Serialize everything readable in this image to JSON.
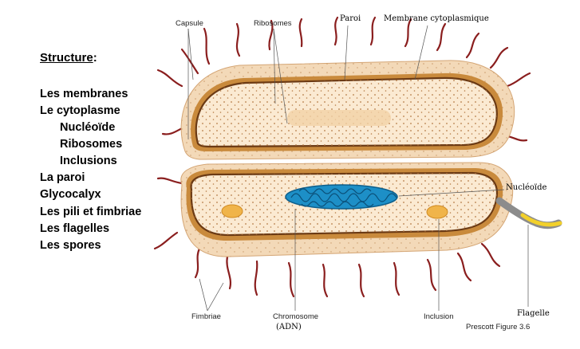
{
  "structure": {
    "title": "Structure",
    "colon": ":",
    "items": [
      "Les membranes",
      "Le cytoplasme",
      "Nucléoïde",
      "Ribosomes",
      "Inclusions",
      "La paroi",
      "Glycocalyx",
      "Les pili et fimbriae",
      "Les flagelles",
      "Les spores"
    ]
  },
  "labels": {
    "capsule": "Capsule",
    "ribosomes": "Ribosomes",
    "paroi": "Paroi",
    "membrane": "Membrane cytoplasmique",
    "nucleoide": "Nucléoïde",
    "fimbriae": "Fimbriae",
    "chromosome": "Chromosome",
    "adn": "(ADN)",
    "inclusion": "Inclusion",
    "flagelle": "Flagelle"
  },
  "credit": "Prescott Figure 3.6",
  "colors": {
    "capsule_fill": "#f3d9b8",
    "wall": "#c98a3c",
    "membrane": "#6b3a14",
    "cytoplasm": "#fbead2",
    "nucleoid": "#1d8fc7",
    "fimbriae": "#8a1e1e",
    "flagellum": "#f2d02a"
  }
}
